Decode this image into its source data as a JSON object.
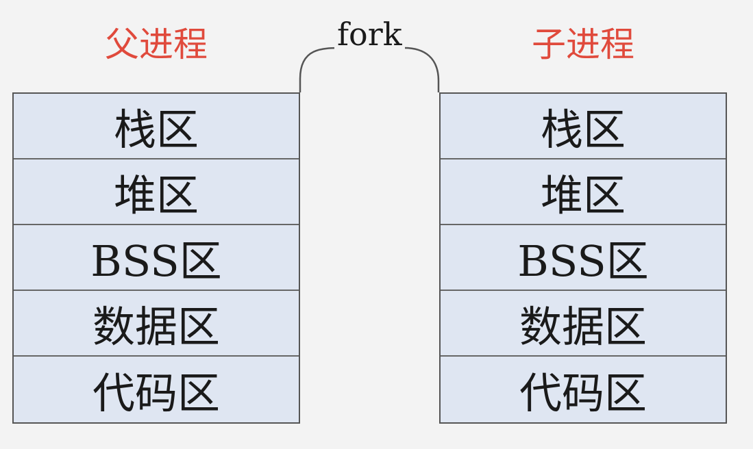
{
  "colors": {
    "title_red": "#e04a3c",
    "segment_fill": "#dfe6f2",
    "border": "#555555",
    "text": "#1a1a1a"
  },
  "parent": {
    "title": "父进程",
    "segments": [
      "栈区",
      "堆区",
      "BSS区",
      "数据区",
      "代码区"
    ]
  },
  "child": {
    "title": "子进程",
    "segments": [
      "栈区",
      "堆区",
      "BSS区",
      "数据区",
      "代码区"
    ]
  },
  "fork_label": "fork"
}
